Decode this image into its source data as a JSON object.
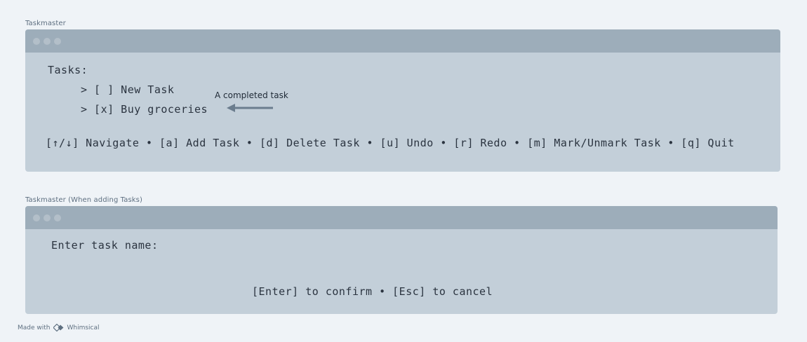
{
  "window1": {
    "frame_label": "Taskmaster",
    "heading": "Tasks:",
    "tasks": [
      {
        "text": "> [ ] New Task"
      },
      {
        "text": "> [x] Buy groceries"
      }
    ],
    "annotation": "A completed task",
    "help_bar": "[↑/↓] Navigate • [a] Add Task • [d] Delete Task • [u] Undo • [r] Redo • [m] Mark/Unmark Task • [q] Quit"
  },
  "window2": {
    "frame_label": "Taskmaster (When adding Tasks)",
    "prompt": "Enter task name:",
    "help_bar": "[Enter] to confirm • [Esc] to cancel"
  },
  "footer": {
    "made_with": "Made with",
    "brand": "Whimsical"
  },
  "colors": {
    "page_background": "#eff3f7",
    "window_body": "#c3cfd9",
    "title_bar": "#9dadba",
    "terminal_text": "#2b3440",
    "arrow": "#6b7d8e"
  },
  "icons": {
    "window_controls": "traffic-light-dots",
    "annotation_arrow": "left-arrow-icon",
    "footer_logo": "whimsical-logo-icon"
  }
}
